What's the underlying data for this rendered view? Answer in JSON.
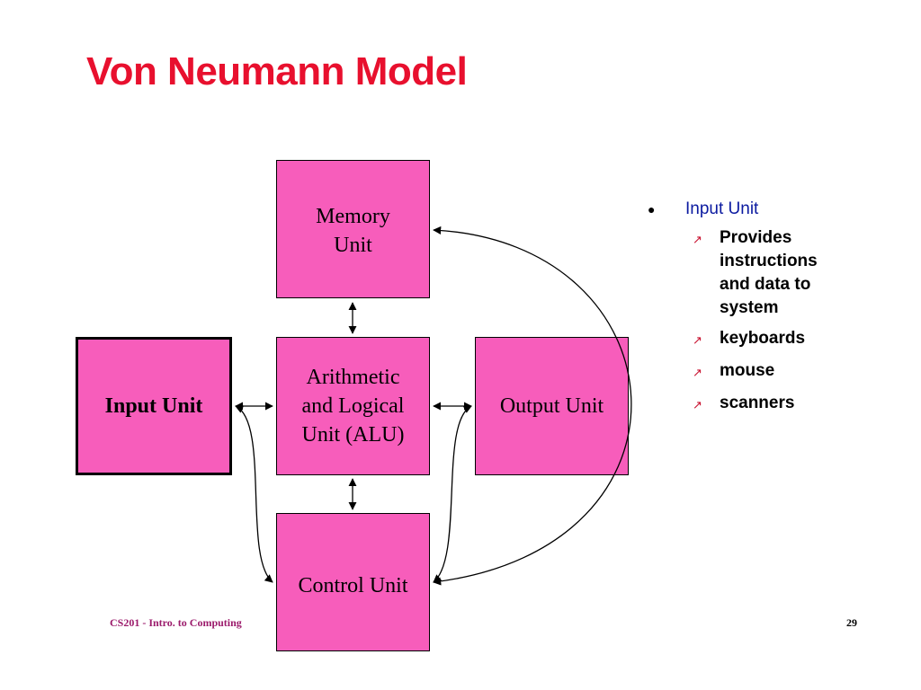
{
  "slide": {
    "title": "Von Neumann Model",
    "footer_course": "CS201 - Intro. to Computing",
    "page_number": "29"
  },
  "colors": {
    "title": "#e8102e",
    "box_fill": "#f75dbb",
    "footer_course": "#9b1a6b",
    "bullet_heading": "#0b1aa0"
  },
  "diagram": {
    "memory_unit": [
      "Memory",
      "Unit"
    ],
    "alu": [
      "Arithmetic",
      "and Logical",
      "Unit (ALU)"
    ],
    "input_unit": "Input Unit",
    "output_unit": "Output Unit",
    "control_unit": "Control Unit"
  },
  "bullets": {
    "heading": "Input Unit",
    "bullet_icon": "filled-circle",
    "sub_icon": "diagonal-arrow",
    "items": [
      "Provides instructions and data to system",
      "keyboards",
      "mouse",
      "scanners"
    ]
  }
}
